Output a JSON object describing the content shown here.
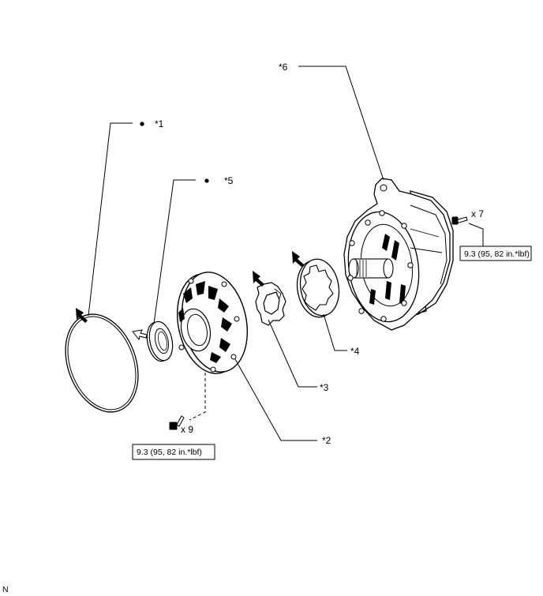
{
  "callouts": {
    "c1": "*1",
    "c2": "*2",
    "c3": "*3",
    "c4": "*4",
    "c5": "*5",
    "c6": "*6"
  },
  "bolts": {
    "top_qty": "x 7",
    "top_torque": "9.3 (95, 82 in.*lbf)",
    "bottom_qty": "x 9",
    "bottom_torque": "9.3 (95, 82 in.*lbf)"
  },
  "corner_mark": "N"
}
